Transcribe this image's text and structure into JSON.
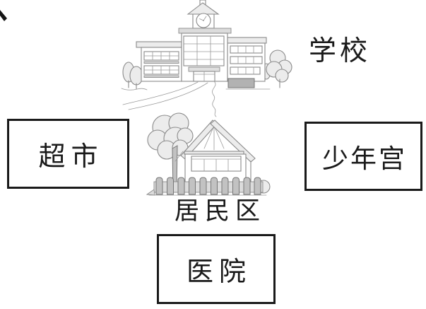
{
  "figure": {
    "type": "position-diagram",
    "labels": {
      "school": "学校",
      "residential_area": "居民区"
    },
    "boxes": [
      {
        "id": "supermarket",
        "label": "超市"
      },
      {
        "id": "youth_palace",
        "label": "少年宫"
      },
      {
        "id": "hospital",
        "label": "医院"
      }
    ],
    "icons": {
      "school": "school-building-illustration",
      "residential_area": "house-with-fence-illustration",
      "corner": "page-corner-mark"
    },
    "colors": {
      "background": "#ffffff",
      "ink": "#1a1a1a",
      "sketch_line": "#8a8a8a",
      "sketch_light": "#ececec",
      "sketch_mid": "#c2c2c2",
      "hedge": "#b2b2b2"
    }
  }
}
